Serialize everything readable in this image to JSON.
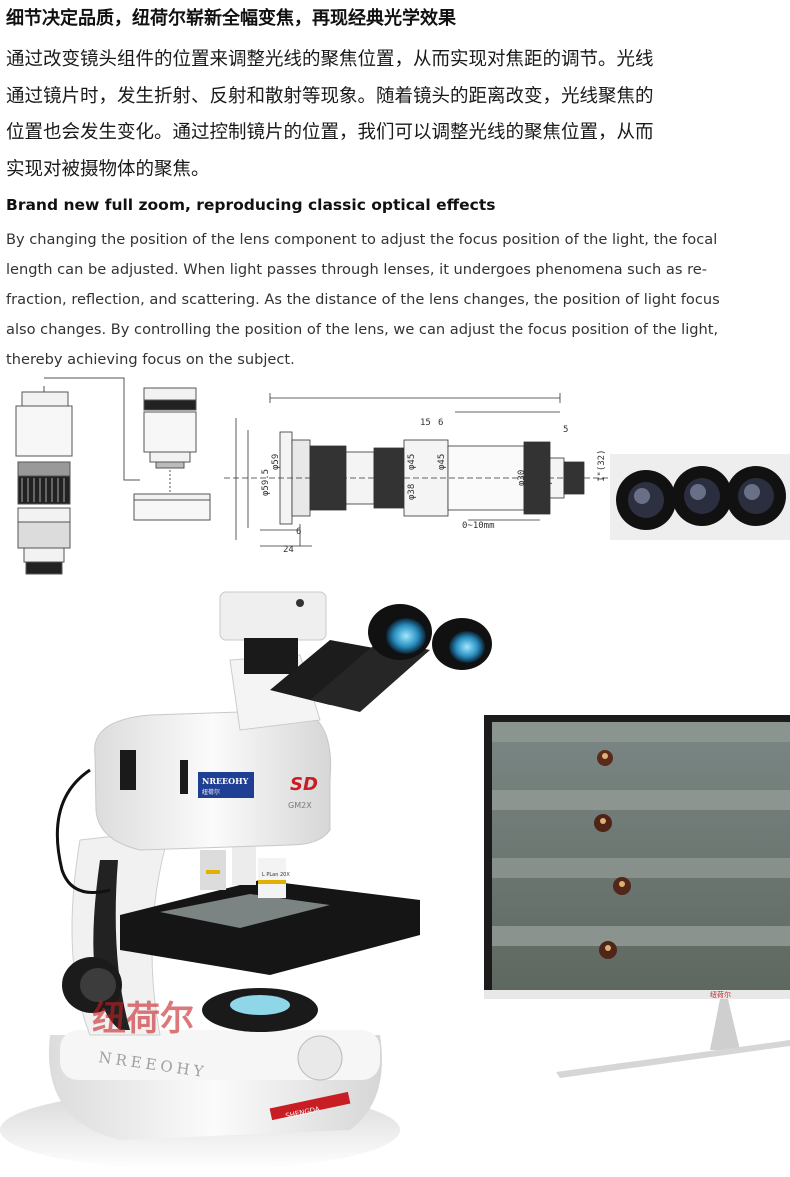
{
  "zh_heading": "细节决定品质，纽荷尔崭新全幅变焦，再现经典光学效果",
  "zh_lines": [
    "通过改变镜头组件的位置来调整光线的聚焦位置，从而实现对焦距的调节。光线",
    "通过镜片时，发生折射、反射和散射等现象。随着镜头的距离改变，光线聚焦的",
    "位置也会发生变化。通过控制镜片的位置，我们可以调整光线的聚焦位置，从而",
    "实现对被摄物体的聚焦。"
  ],
  "en_heading": "Brand new full zoom, reproducing classic optical effects",
  "en_lines": [
    "By changing the position of the lens component to adjust the focus position of the light, the focal",
    "length can be adjusted. When light passes through lenses, it undergoes phenomena such as re-",
    "fraction, reflection, and scattering. As the distance of the lens changes, the position of light focus",
    "also changes. By controlling the position of the lens, we can adjust the focus position of the light,",
    "thereby achieving focus on the subject."
  ],
  "diagram": {
    "dims": [
      "15",
      "6",
      "5",
      "6",
      "24",
      "0~10mm",
      "1\"(32)"
    ],
    "diameters": [
      "φ59.5",
      "φ59",
      "φ45",
      "φ38",
      "φ45",
      "φ30",
      "φ30"
    ]
  },
  "microscope": {
    "badge_brand": "NREEOHY",
    "badge_sub": "纽荷尔",
    "logo": "SD",
    "model": "GM2X",
    "watermark_cn": "纽荷尔",
    "watermark_en": "NREEOHY",
    "objective_label": "L PLan 20X",
    "base_brand": "SHENGDA"
  },
  "monitor": {
    "brand_label": "纽荷尔"
  }
}
